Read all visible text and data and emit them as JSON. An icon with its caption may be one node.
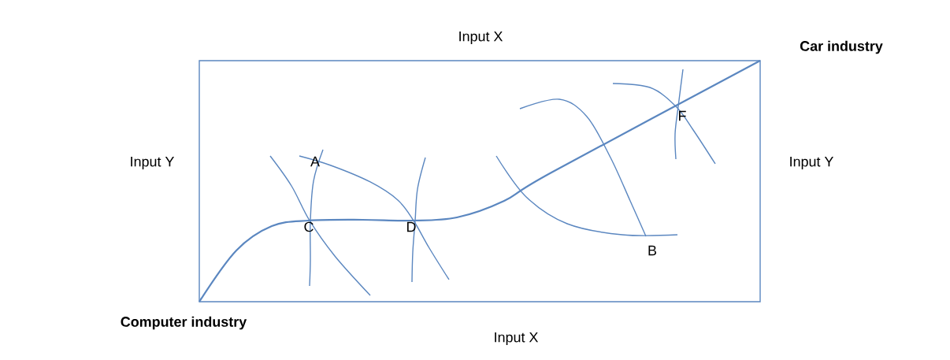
{
  "diagram": {
    "labels": [
      "Input X",
      "Car industry",
      "F",
      "Input Y",
      "A",
      "Input Y",
      "C",
      "D",
      "B",
      "Computer industry",
      "Input X"
    ]
  }
}
